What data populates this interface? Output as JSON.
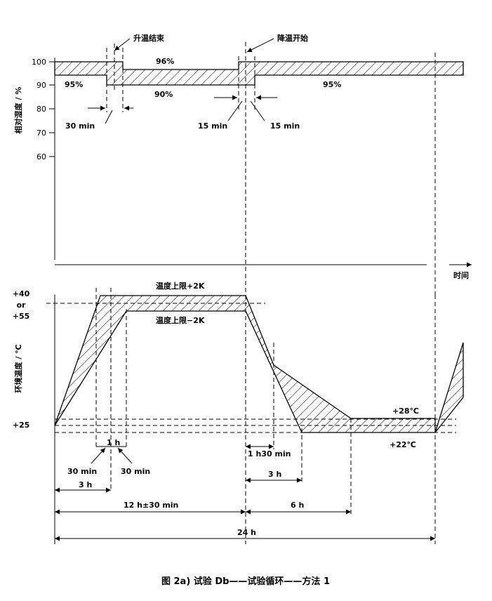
{
  "rh_panel": {
    "axis_label": "相对湿度 / %",
    "ticks": [
      "100",
      "90",
      "80",
      "70",
      "60"
    ],
    "value_95_left": "95%",
    "value_96": "96%",
    "value_90": "90%",
    "value_95_right": "95%",
    "heating_end": "升温结束",
    "cooling_start": "降温开始",
    "t30": "30 min",
    "t15a": "15 min",
    "t15b": "15 min"
  },
  "time_label": "时间",
  "temp_panel": {
    "axis_label": "环境温度 / ℃",
    "tick_40": "+40",
    "tick_or": "or",
    "tick_55": "+55",
    "tick_25": "+25",
    "upper_plus": "温度上限+2K",
    "upper_minus": "温度上限−2K",
    "plus28": "+28℃",
    "plus22": "+22℃"
  },
  "dims": {
    "d1h": "1 h",
    "d30a": "30 min",
    "d30b": "30 min",
    "d1h30": "1 h30 min",
    "d3h_left": "3 h",
    "d3h_right": "3 h",
    "d12h": "12 h±30 min",
    "d6h": "6 h",
    "d24h": "24 h"
  },
  "caption": "图 2a)  试验 Db——试验循环——方法 1"
}
